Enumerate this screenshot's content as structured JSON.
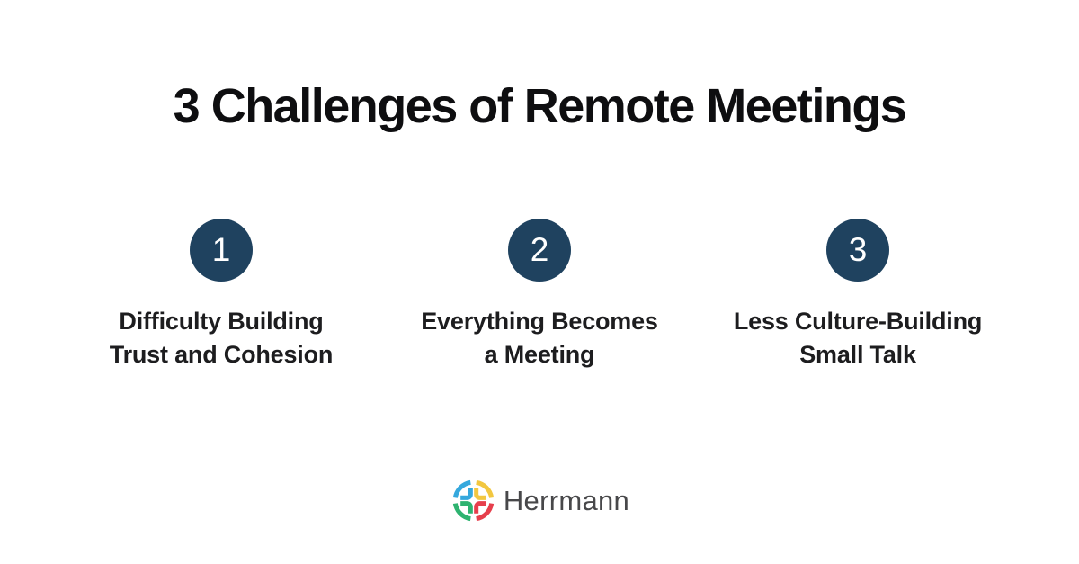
{
  "page": {
    "title": "3 Challenges of Remote Meetings"
  },
  "challenges": [
    {
      "number": "1",
      "line1": "Difficulty Building",
      "line2": "Trust and Cohesion"
    },
    {
      "number": "2",
      "line1": "Everything Becomes",
      "line2": "a Meeting"
    },
    {
      "number": "3",
      "line1": "Less Culture-Building",
      "line2": "Small Talk"
    }
  ],
  "footer": {
    "brand": "Herrmann",
    "logo_colors": {
      "top_left_blue": "#35a8dd",
      "top_right_yellow": "#f2c740",
      "bottom_right_red": "#e63f4c",
      "bottom_left_green": "#2eb370"
    }
  },
  "colors": {
    "background": "#ffffff",
    "title_text": "#0e0e10",
    "badge_circle": "#1f425f",
    "badge_number": "#ffffff",
    "label_text": "#1d1d1f",
    "brand_text": "#48484a"
  }
}
